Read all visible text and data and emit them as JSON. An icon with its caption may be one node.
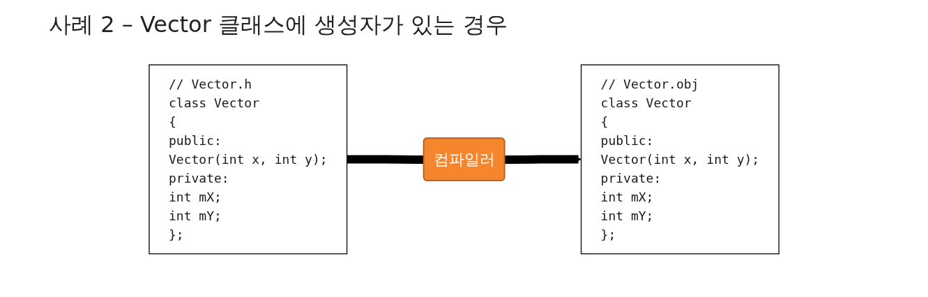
{
  "diagram": {
    "title": "사례 2 – Vector 클래스에 생성자가 있는 경우",
    "nodes": [
      {
        "text": [
          "// Vector.h",
          "class Vector",
          "{",
          "public:",
          "Vector(int x, int y);",
          "private:",
          "int mX;",
          "int mY;",
          "};"
        ]
      },
      {
        "text": [
          "컴파일러"
        ]
      },
      {
        "text": [
          "// Vector.obj",
          "class Vector",
          "{",
          "public:",
          "Vector(int x, int y);",
          "private:",
          "int mX;",
          "int mY;",
          "};"
        ]
      }
    ],
    "edges": [
      {
        "from": 0,
        "to": 1,
        "arrow": "none"
      },
      {
        "from": 1,
        "to": 2,
        "arrow": "to"
      }
    ]
  }
}
